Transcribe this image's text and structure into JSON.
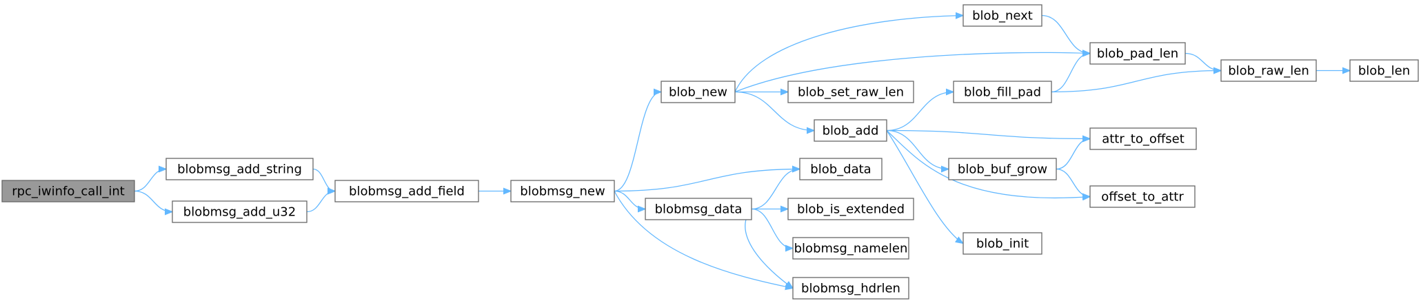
{
  "graph": {
    "nodes": [
      {
        "id": "rpc_iwinfo_call_int",
        "label": "rpc_iwinfo_call_int",
        "root": true
      },
      {
        "id": "blobmsg_add_string",
        "label": "blobmsg_add_string"
      },
      {
        "id": "blobmsg_add_u32",
        "label": "blobmsg_add_u32"
      },
      {
        "id": "blobmsg_add_field",
        "label": "blobmsg_add_field"
      },
      {
        "id": "blobmsg_new",
        "label": "blobmsg_new"
      },
      {
        "id": "blob_new",
        "label": "blob_new"
      },
      {
        "id": "blob_data",
        "label": "blob_data"
      },
      {
        "id": "blobmsg_data",
        "label": "blobmsg_data"
      },
      {
        "id": "blobmsg_hdrlen",
        "label": "blobmsg_hdrlen"
      },
      {
        "id": "blob_next",
        "label": "blob_next"
      },
      {
        "id": "blob_set_raw_len",
        "label": "blob_set_raw_len"
      },
      {
        "id": "blob_add",
        "label": "blob_add"
      },
      {
        "id": "blob_is_extended",
        "label": "blob_is_extended"
      },
      {
        "id": "blobmsg_namelen",
        "label": "blobmsg_namelen"
      },
      {
        "id": "blob_fill_pad",
        "label": "blob_fill_pad"
      },
      {
        "id": "blob_buf_grow",
        "label": "blob_buf_grow"
      },
      {
        "id": "blob_init",
        "label": "blob_init"
      },
      {
        "id": "blob_pad_len",
        "label": "blob_pad_len"
      },
      {
        "id": "attr_to_offset",
        "label": "attr_to_offset"
      },
      {
        "id": "offset_to_attr",
        "label": "offset_to_attr"
      },
      {
        "id": "blob_raw_len",
        "label": "blob_raw_len"
      },
      {
        "id": "blob_len",
        "label": "blob_len"
      }
    ],
    "edges": [
      {
        "from": "rpc_iwinfo_call_int",
        "to": "blobmsg_add_string"
      },
      {
        "from": "rpc_iwinfo_call_int",
        "to": "blobmsg_add_u32"
      },
      {
        "from": "blobmsg_add_string",
        "to": "blobmsg_add_field"
      },
      {
        "from": "blobmsg_add_u32",
        "to": "blobmsg_add_field"
      },
      {
        "from": "blobmsg_add_field",
        "to": "blobmsg_new"
      },
      {
        "from": "blobmsg_new",
        "to": "blob_new"
      },
      {
        "from": "blobmsg_new",
        "to": "blob_data"
      },
      {
        "from": "blobmsg_new",
        "to": "blobmsg_data"
      },
      {
        "from": "blobmsg_new",
        "to": "blobmsg_hdrlen"
      },
      {
        "from": "blob_new",
        "to": "blob_next"
      },
      {
        "from": "blob_new",
        "to": "blob_pad_len"
      },
      {
        "from": "blob_new",
        "to": "blob_set_raw_len"
      },
      {
        "from": "blob_new",
        "to": "blob_add"
      },
      {
        "from": "blob_next",
        "to": "blob_pad_len"
      },
      {
        "from": "blob_add",
        "to": "blob_fill_pad"
      },
      {
        "from": "blob_add",
        "to": "attr_to_offset"
      },
      {
        "from": "blob_add",
        "to": "blob_buf_grow"
      },
      {
        "from": "blob_add",
        "to": "offset_to_attr"
      },
      {
        "from": "blob_add",
        "to": "blob_init"
      },
      {
        "from": "blob_fill_pad",
        "to": "blob_pad_len"
      },
      {
        "from": "blob_fill_pad",
        "to": "blob_raw_len"
      },
      {
        "from": "blob_pad_len",
        "to": "blob_raw_len"
      },
      {
        "from": "blob_raw_len",
        "to": "blob_len"
      },
      {
        "from": "blob_buf_grow",
        "to": "attr_to_offset"
      },
      {
        "from": "blob_buf_grow",
        "to": "offset_to_attr"
      },
      {
        "from": "blobmsg_data",
        "to": "blob_data"
      },
      {
        "from": "blobmsg_data",
        "to": "blob_is_extended"
      },
      {
        "from": "blobmsg_data",
        "to": "blobmsg_namelen"
      },
      {
        "from": "blobmsg_data",
        "to": "blobmsg_hdrlen"
      }
    ]
  },
  "colors": {
    "edge": "#63b8ff",
    "node_border": "#666666",
    "root_fill": "#999999",
    "node_fill": "#ffffff"
  }
}
